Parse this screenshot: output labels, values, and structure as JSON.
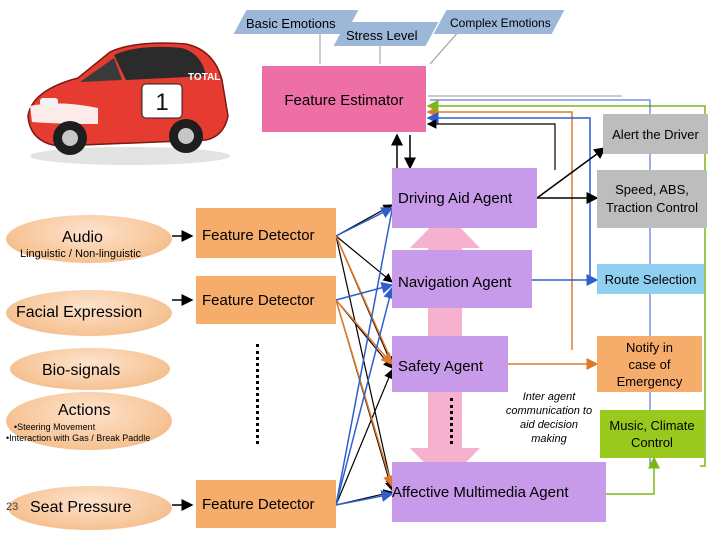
{
  "top_labels": {
    "basic_emotions": "Basic Emotions",
    "stress_level": "Stress Level",
    "complex_emotions": "Complex Emotions"
  },
  "feature_estimator": "Feature Estimator",
  "alert_driver": "Alert the Driver",
  "agents": {
    "driving_aid": "Driving Aid Agent",
    "navigation": "Navigation Agent",
    "safety": "Safety Agent",
    "affective_multimedia": "Affective Multimedia Agent"
  },
  "outputs": {
    "speed_abs": "Speed, ABS, Traction Control",
    "route_selection": "Route Selection",
    "notify": "Notify in case of Emergency",
    "music_climate": "Music, Climate Control"
  },
  "inputs": {
    "audio": "Audio",
    "audio_sub": "Linguistic / Non-linguistic",
    "facial": "Facial Expression",
    "bio": "Bio-signals",
    "actions": "Actions",
    "actions_sub1": "•Steering Movement",
    "actions_sub2": "•Interaction with Gas / Break Paddle",
    "seat": "Seat Pressure"
  },
  "feature_detectors": [
    "Feature Detector",
    "Feature Detector",
    "Feature Detector"
  ],
  "inter_agent": "Inter agent communication to aid decision making",
  "slide_number": "23",
  "car_decal": "TOTAL",
  "car_number": "1",
  "colors": {
    "pink": "#ee6fa5",
    "purple": "#c79be9",
    "orange": "#f6ac6b",
    "blue_arrow": "#2f5fcc",
    "orange_arrow": "#e07a2a",
    "green_arrow": "#7cb815"
  }
}
